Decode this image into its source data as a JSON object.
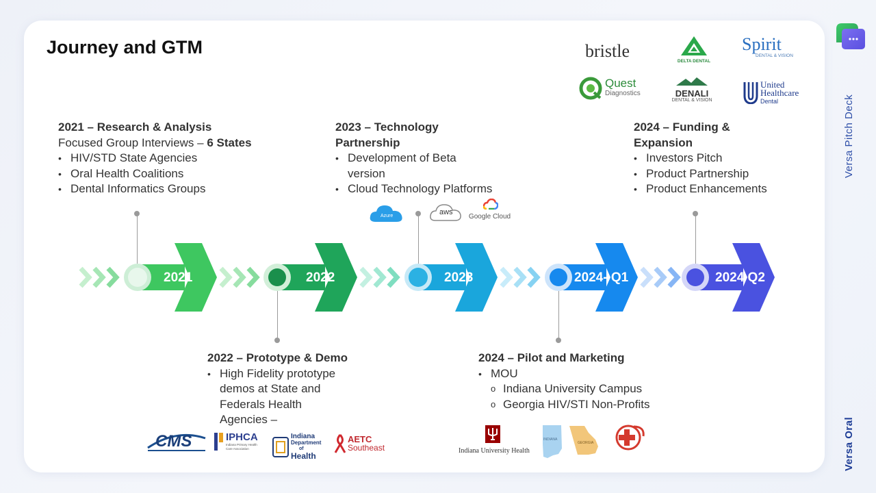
{
  "slide": {
    "title": "Journey and GTM",
    "side_label_top": "Versa Pitch Deck",
    "side_label_bottom": "Versa Oral"
  },
  "partner_logos": [
    {
      "name": "bristle",
      "text": "bristle"
    },
    {
      "name": "delta-dental",
      "text": "DELTA DENTAL"
    },
    {
      "name": "spirit",
      "text": "Spirit",
      "subtext": "DENTAL & VISION"
    },
    {
      "name": "quest",
      "text": "Quest",
      "subtext": "Diagnostics"
    },
    {
      "name": "denali",
      "text": "DENALI",
      "subtext": "DENTAL & VISION"
    },
    {
      "name": "united-healthcare",
      "text": "United",
      "text2": "Healthcare",
      "subtext": "Dental"
    }
  ],
  "timeline": [
    {
      "year": "2021",
      "color": "#3ec760"
    },
    {
      "year": "2022",
      "color": "#1fa55a"
    },
    {
      "year": "2023",
      "color": "#1aa6dc"
    },
    {
      "year": "2024- Q1",
      "color": "#1689ee"
    },
    {
      "year": "2024 Q2",
      "color": "#4a52e0"
    }
  ],
  "milestones": {
    "m2021": {
      "heading": "2021 – Research & Analysis",
      "intro": "Focused Group Interviews – ",
      "intro_bold": "6 States",
      "items": [
        "HIV/STD State Agencies",
        "Oral Health Coalitions",
        "Dental Informatics Groups"
      ]
    },
    "m2022": {
      "heading": "2022 – Prototype & Demo",
      "items": [
        "High Fidelity prototype demos at State and Federals Health Agencies –"
      ]
    },
    "m2023": {
      "heading_line1": "2023 – Technology",
      "heading_line2": "Partnership",
      "items": [
        "Development of Beta version",
        "Cloud Technology Platforms"
      ]
    },
    "m2024pilot": {
      "heading": "2024 – Pilot and Marketing",
      "items": [
        "MOU"
      ],
      "subitems": [
        "Indiana University Campus",
        "Georgia HIV/STI Non-Profits"
      ]
    },
    "m2024funding": {
      "heading_line1": "2024 – Funding &",
      "heading_line2": "Expansion",
      "items": [
        "Investors Pitch",
        "Product Partnership",
        "Product Enhancements"
      ]
    }
  },
  "cloud_logos": {
    "azure": "Azure",
    "aws": "aws",
    "google": "Google Cloud"
  },
  "agency_logos": {
    "cms": "CMS",
    "iphca": "IPHCA",
    "iphca_sub": "Indiana Primary Health Care Association",
    "indiana_doh_1": "Indiana",
    "indiana_doh_2": "Department",
    "indiana_doh_3": "of",
    "indiana_doh_4": "Health",
    "aetc": "AETC",
    "aetc_sub": "Southeast"
  },
  "pilot_logos": {
    "iu_health": "Indiana University Health",
    "indiana_map": "INDIANA",
    "georgia_map": "GEORGIA"
  }
}
